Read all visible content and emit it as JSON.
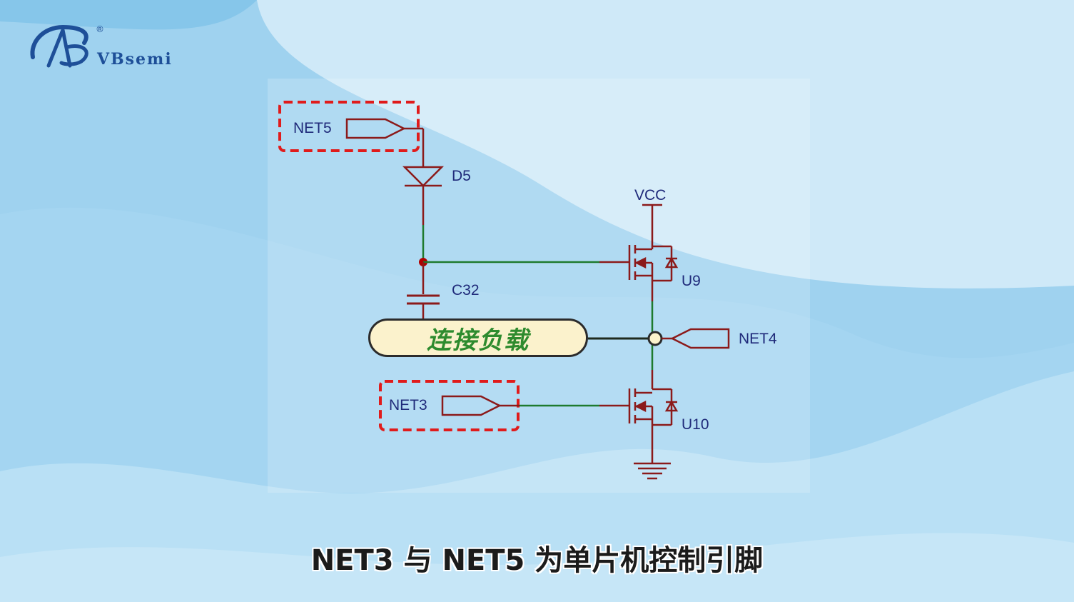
{
  "brand": {
    "name": "VBsemi",
    "registered": "®",
    "color": "#1e4f98"
  },
  "labels": {
    "net5": "NET5",
    "d5": "D5",
    "vcc": "VCC",
    "c32": "C32",
    "u9": "U9",
    "net4": "NET4",
    "net3": "NET3",
    "u10": "U10"
  },
  "load_label": "连接负载",
  "subtitle": "NET3 与 NET5 为单片机控制引脚",
  "colors": {
    "wire_red": "#8b1a1a",
    "wire_green": "#1e7a2e",
    "highlight_dash": "#e01b1b",
    "label_blue": "#1f2a7a",
    "load_fill": "#fbf2cc",
    "load_text": "#2e8b2e"
  }
}
